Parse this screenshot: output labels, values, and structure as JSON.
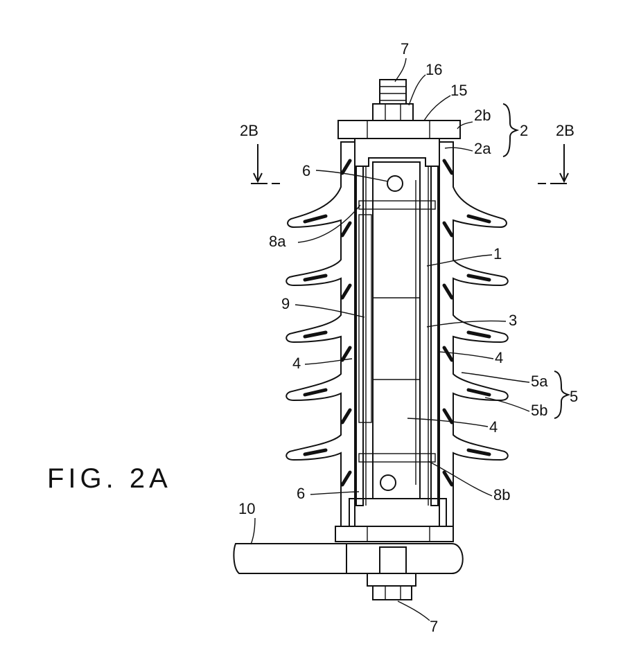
{
  "figure": {
    "title": "FIG. 2A"
  },
  "section_marks": {
    "left": "2B",
    "right": "2B"
  },
  "labels": {
    "top_bolt": "7",
    "nut": "16",
    "washer": "15",
    "fitting_outer": "2b",
    "fitting_group": "2",
    "fitting_inner": "2a",
    "pin_top": "6",
    "seal_top": "8a",
    "element": "1",
    "spacer": "9",
    "tube": "3",
    "insulator_left": "4",
    "insulator_right": "4",
    "shed_inner": "5a",
    "housing_group": "5",
    "shed_outer": "5b",
    "insulator_center": "4",
    "pin_bottom": "6",
    "seal_bottom": "8b",
    "base_plate": "10",
    "bottom_bolt": "7"
  }
}
